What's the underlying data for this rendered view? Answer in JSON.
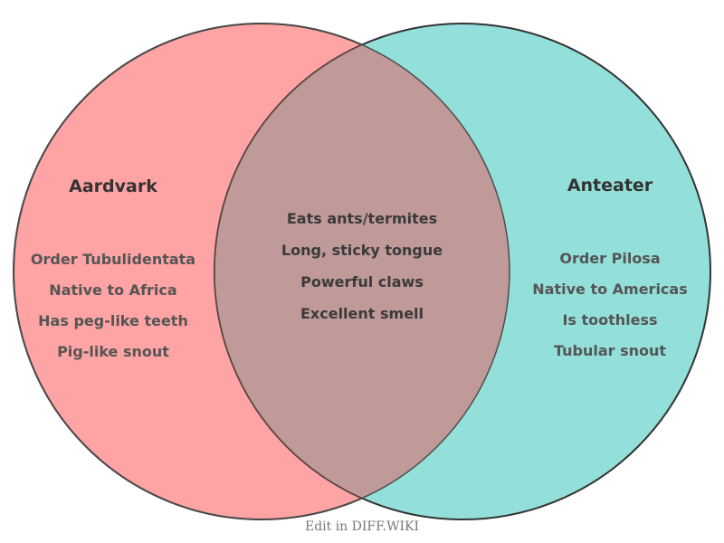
{
  "diagram": {
    "type": "venn",
    "colors": {
      "left_fill": "#ffa4a4",
      "right_fill": "#93e0da",
      "overlap_fill": "#c09a99",
      "stroke": "#333333"
    },
    "left": {
      "title": "Aardvark",
      "items": [
        "Order Tubulidentata",
        "Native to Africa",
        "Has peg-like teeth",
        "Pig-like snout"
      ]
    },
    "right": {
      "title": "Anteater",
      "items": [
        "Order Pilosa",
        "Native to Americas",
        "Is toothless",
        "Tubular snout"
      ]
    },
    "shared": {
      "items": [
        "Eats ants/termites",
        "Long, sticky tongue",
        "Powerful claws",
        "Excellent smell"
      ]
    }
  },
  "footer": {
    "prefix": "Edit in ",
    "link": "DIFF.WIKI"
  }
}
